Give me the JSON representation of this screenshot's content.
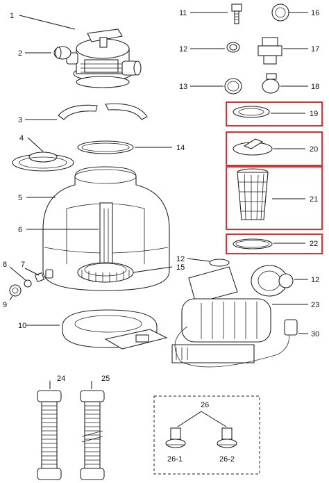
{
  "callouts": {
    "c1": "1",
    "c2": "2",
    "c3": "3",
    "c4": "4",
    "c5": "5",
    "c6": "6",
    "c7": "7",
    "c8": "8",
    "c9": "9",
    "c10": "10",
    "c11": "11",
    "c12a": "12",
    "c12b": "12",
    "c12c": "12",
    "c13": "13",
    "c14": "14",
    "c15": "15",
    "c16": "16",
    "c17": "17",
    "c18": "18",
    "c19": "19",
    "c20": "20",
    "c21": "21",
    "c22": "22",
    "c23": "23",
    "c24": "24",
    "c25": "25",
    "c26": "26",
    "c26_1": "26-1",
    "c26_2": "26-2",
    "c30": "30"
  },
  "highlight_color": "#cc1f1f",
  "highlighted_parts": [
    "19",
    "20",
    "21",
    "22"
  ]
}
